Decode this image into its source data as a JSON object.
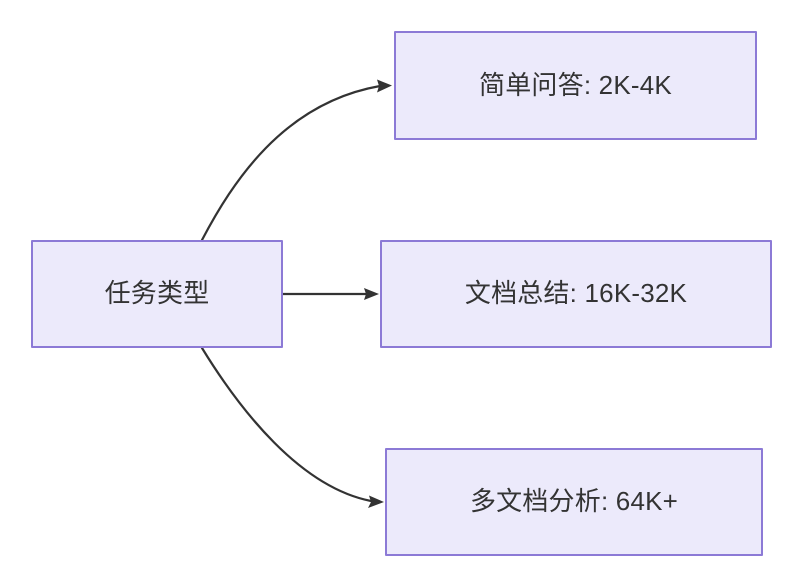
{
  "diagram": {
    "type": "flowchart",
    "direction": "left-to-right",
    "background_color": "#ffffff",
    "node_fill_color": "#ECEAFB",
    "node_border_color": "#8C7AD6",
    "node_text_color": "#333333",
    "edge_color": "#333333",
    "source_node": {
      "id": "task-type",
      "label": "任务类型"
    },
    "target_nodes": [
      {
        "id": "simple-qa",
        "label": "简单问答: 2K-4K"
      },
      {
        "id": "doc-summary",
        "label": "文档总结: 16K-32K"
      },
      {
        "id": "multi-doc",
        "label": "多文档分析: 64K+"
      }
    ],
    "edges": [
      {
        "id": "edge-to-simple-qa",
        "from": "task-type",
        "to": "simple-qa",
        "style": "curved",
        "arrowhead": "filled-triangle"
      },
      {
        "id": "edge-to-doc-summary",
        "from": "task-type",
        "to": "doc-summary",
        "style": "straight",
        "arrowhead": "filled-triangle"
      },
      {
        "id": "edge-to-multi-doc",
        "from": "task-type",
        "to": "multi-doc",
        "style": "curved",
        "arrowhead": "filled-triangle"
      }
    ]
  }
}
